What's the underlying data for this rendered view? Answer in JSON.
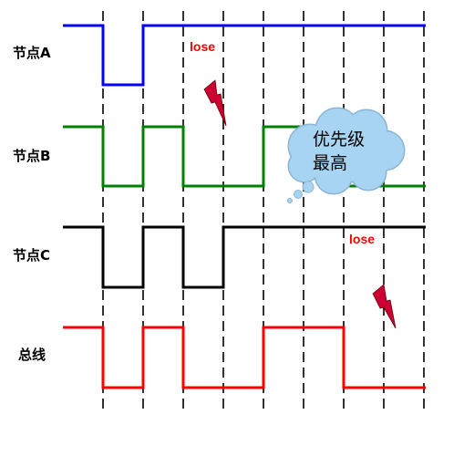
{
  "signals": [
    {
      "label": "节点A",
      "color": "#0000ff",
      "levels": [
        1,
        0,
        1,
        1,
        1,
        1,
        1,
        1
      ]
    },
    {
      "label": "节点B",
      "color": "#008000",
      "levels": [
        1,
        0,
        1,
        0,
        0,
        1,
        1,
        0
      ]
    },
    {
      "label": "节点C",
      "color": "#000000",
      "levels": [
        1,
        0,
        1,
        0,
        1,
        1,
        1,
        1
      ]
    },
    {
      "label": "总线",
      "color": "#ff0000",
      "levels": [
        1,
        0,
        1,
        0,
        0,
        1,
        1,
        0
      ]
    }
  ],
  "annotations": {
    "lose_a": "lose",
    "lose_c": "lose",
    "lose_color": "#ff0000"
  },
  "cloud": {
    "line1": "优先级",
    "line2": "最高",
    "fill": "#a6d4f2"
  },
  "lightning_color": "#cc0033"
}
